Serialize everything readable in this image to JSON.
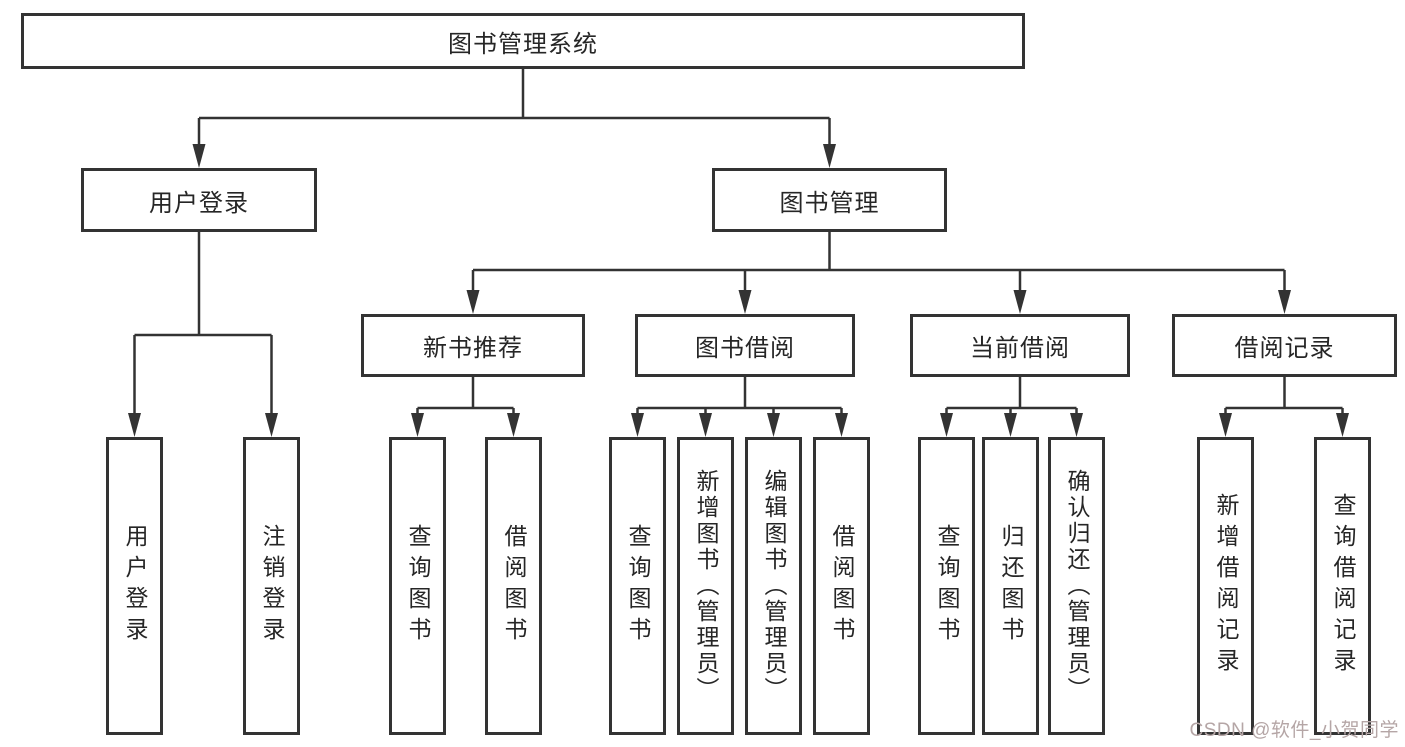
{
  "root": {
    "label": "图书管理系统"
  },
  "branches": [
    {
      "id": "user-login",
      "label": "用户登录"
    },
    {
      "id": "book-management",
      "label": "图书管理"
    }
  ],
  "sections": [
    {
      "id": "new-book-recommend",
      "label": "新书推荐"
    },
    {
      "id": "book-borrow",
      "label": "图书借阅"
    },
    {
      "id": "current-borrow",
      "label": "当前借阅"
    },
    {
      "id": "borrow-records",
      "label": "借阅记录"
    }
  ],
  "leaves": [
    {
      "parent": "user-login",
      "label": "用户登录"
    },
    {
      "parent": "user-login",
      "label": "注销登录"
    },
    {
      "parent": "new-book-recommend",
      "label": "查询图书"
    },
    {
      "parent": "new-book-recommend",
      "label": "借阅图书"
    },
    {
      "parent": "book-borrow",
      "label": "查询图书"
    },
    {
      "parent": "book-borrow",
      "label": "新增图书（管理员）"
    },
    {
      "parent": "book-borrow",
      "label": "编辑图书（管理员）"
    },
    {
      "parent": "book-borrow",
      "label": "借阅图书"
    },
    {
      "parent": "current-borrow",
      "label": "查询图书"
    },
    {
      "parent": "current-borrow",
      "label": "归还图书"
    },
    {
      "parent": "current-borrow",
      "label": "确认归还（管理员）"
    },
    {
      "parent": "borrow-records",
      "label": "新增借阅记录"
    },
    {
      "parent": "borrow-records",
      "label": "查询借阅记录"
    }
  ],
  "watermark": {
    "text": "CSDN @软件_小贺同学"
  },
  "colors": {
    "line": "#333333",
    "box_border": "#333333",
    "text": "#262626",
    "watermark": "#b5a6a6",
    "background": "#ffffff"
  }
}
